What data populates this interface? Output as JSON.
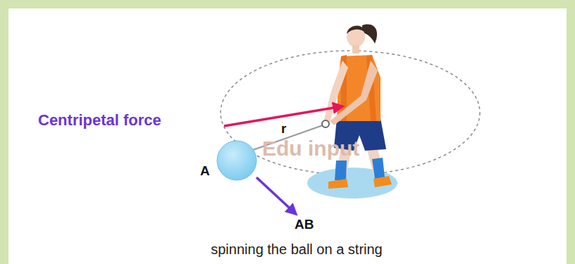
{
  "diagram": {
    "caption": "spinning the ball on a string",
    "labels": [
      "Centripetal force",
      "r",
      "A",
      "AB",
      "Edu input"
    ]
  }
}
